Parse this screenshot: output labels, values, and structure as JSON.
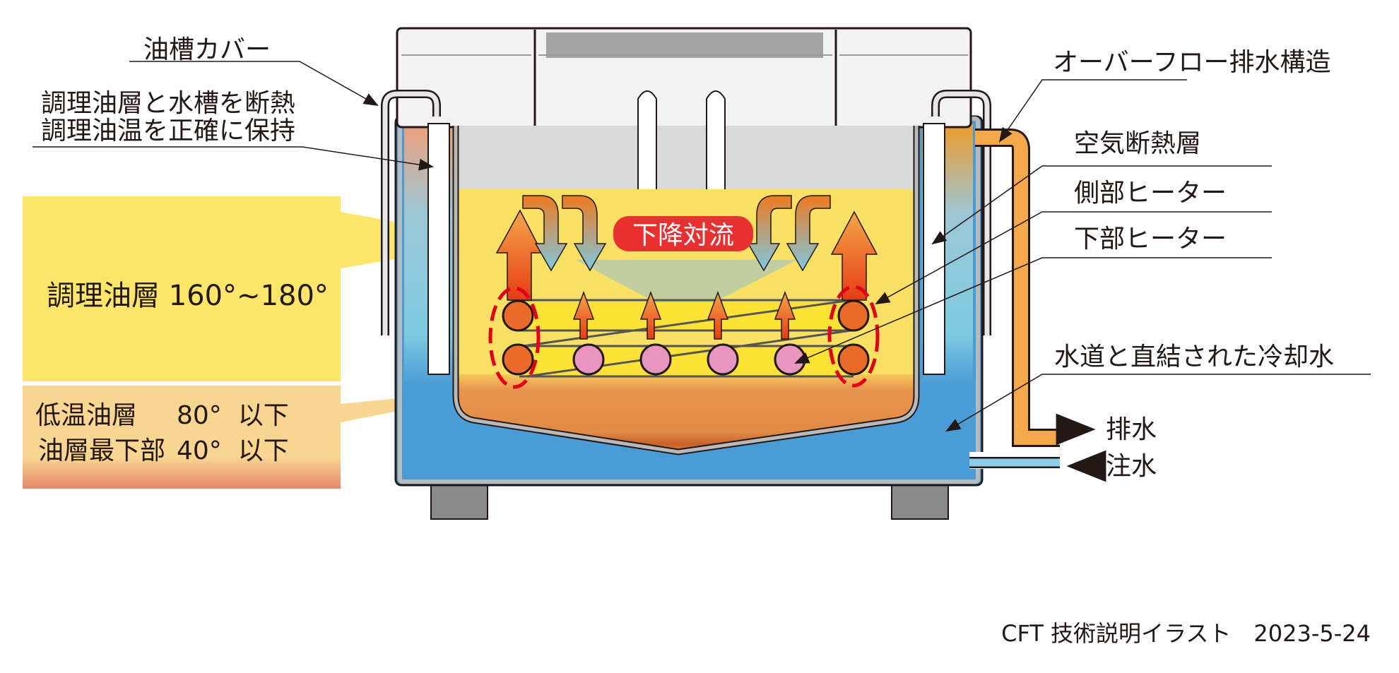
{
  "labels": {
    "cover": "油槽カバー",
    "insulate_line1": "調理油層と水槽を断熱",
    "insulate_line2": "調理油温を正確に保持",
    "cooking_layer": "調理油層 160°~180°",
    "low_temp_layer": "低温油層",
    "low_temp_value": "80°  以下",
    "bottom_layer": "油層最下部",
    "bottom_value": "40°  以下",
    "overflow": "オーバーフロー排水構造",
    "air_insulation": "空気断熱層",
    "side_heater": "側部ヒーター",
    "bottom_heater": "下部ヒーター",
    "cooling_water": "水道と直結された冷却水",
    "drain": "排水",
    "inlet": "注水",
    "convection": "下降対流"
  },
  "footer": "CFT 技術説明イラスト　2023-5-24",
  "colors": {
    "oil": "#f7e063",
    "hot_oil": "#e08a45",
    "water": "#4a9cd6",
    "accent_red": "#e83030",
    "heater_side": "#ea6a2a",
    "heater_bottom": "#e896c0"
  }
}
